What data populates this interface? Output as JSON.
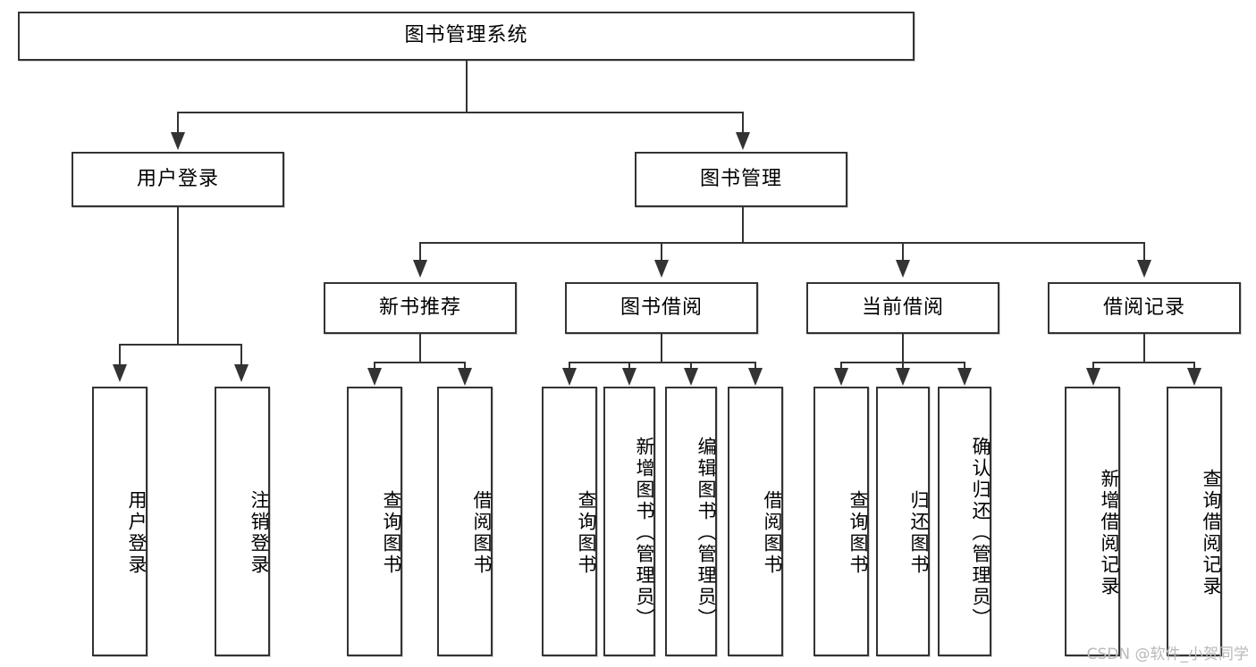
{
  "diagram": {
    "type": "tree-hierarchy",
    "title": "图书管理系统",
    "root": {
      "id": "root",
      "label": "图书管理系统"
    },
    "level2": [
      {
        "id": "user-login",
        "label": "用户登录"
      },
      {
        "id": "book-manage",
        "label": "图书管理"
      }
    ],
    "level3": [
      {
        "id": "new-book-recommend",
        "label": "新书推荐",
        "parent": "book-manage"
      },
      {
        "id": "book-borrow",
        "label": "图书借阅",
        "parent": "book-manage"
      },
      {
        "id": "current-borrow",
        "label": "当前借阅",
        "parent": "book-manage"
      },
      {
        "id": "borrow-record",
        "label": "借阅记录",
        "parent": "book-manage"
      }
    ],
    "leaves": [
      {
        "id": "leaf-user-login",
        "label": "用户登录",
        "parent": "user-login"
      },
      {
        "id": "leaf-user-logout",
        "label": "注销登录",
        "parent": "user-login"
      },
      {
        "id": "leaf-query-book-1",
        "label": "查询图书",
        "parent": "new-book-recommend"
      },
      {
        "id": "leaf-borrow-book-1",
        "label": "借阅图书",
        "parent": "new-book-recommend"
      },
      {
        "id": "leaf-query-book-2",
        "label": "查询图书",
        "parent": "book-borrow"
      },
      {
        "id": "leaf-add-book",
        "label": "新增图书（管理员）",
        "parent": "book-borrow"
      },
      {
        "id": "leaf-edit-book",
        "label": "编辑图书（管理员）",
        "parent": "book-borrow"
      },
      {
        "id": "leaf-borrow-book-2",
        "label": "借阅图书",
        "parent": "book-borrow"
      },
      {
        "id": "leaf-query-book-3",
        "label": "查询图书",
        "parent": "current-borrow"
      },
      {
        "id": "leaf-return-book",
        "label": "归还图书",
        "parent": "current-borrow"
      },
      {
        "id": "leaf-confirm-return",
        "label": "确认归还（管理员）",
        "parent": "current-borrow"
      },
      {
        "id": "leaf-add-record",
        "label": "新增借阅记录",
        "parent": "borrow-record"
      },
      {
        "id": "leaf-query-record",
        "label": "查询借阅记录",
        "parent": "borrow-record"
      }
    ]
  },
  "watermark": {
    "text": "CSDN @软件_小贺同学"
  },
  "colors": {
    "stroke": "#333333",
    "background": "#ffffff",
    "text": "#000000",
    "watermark": "#b9b9b9"
  }
}
